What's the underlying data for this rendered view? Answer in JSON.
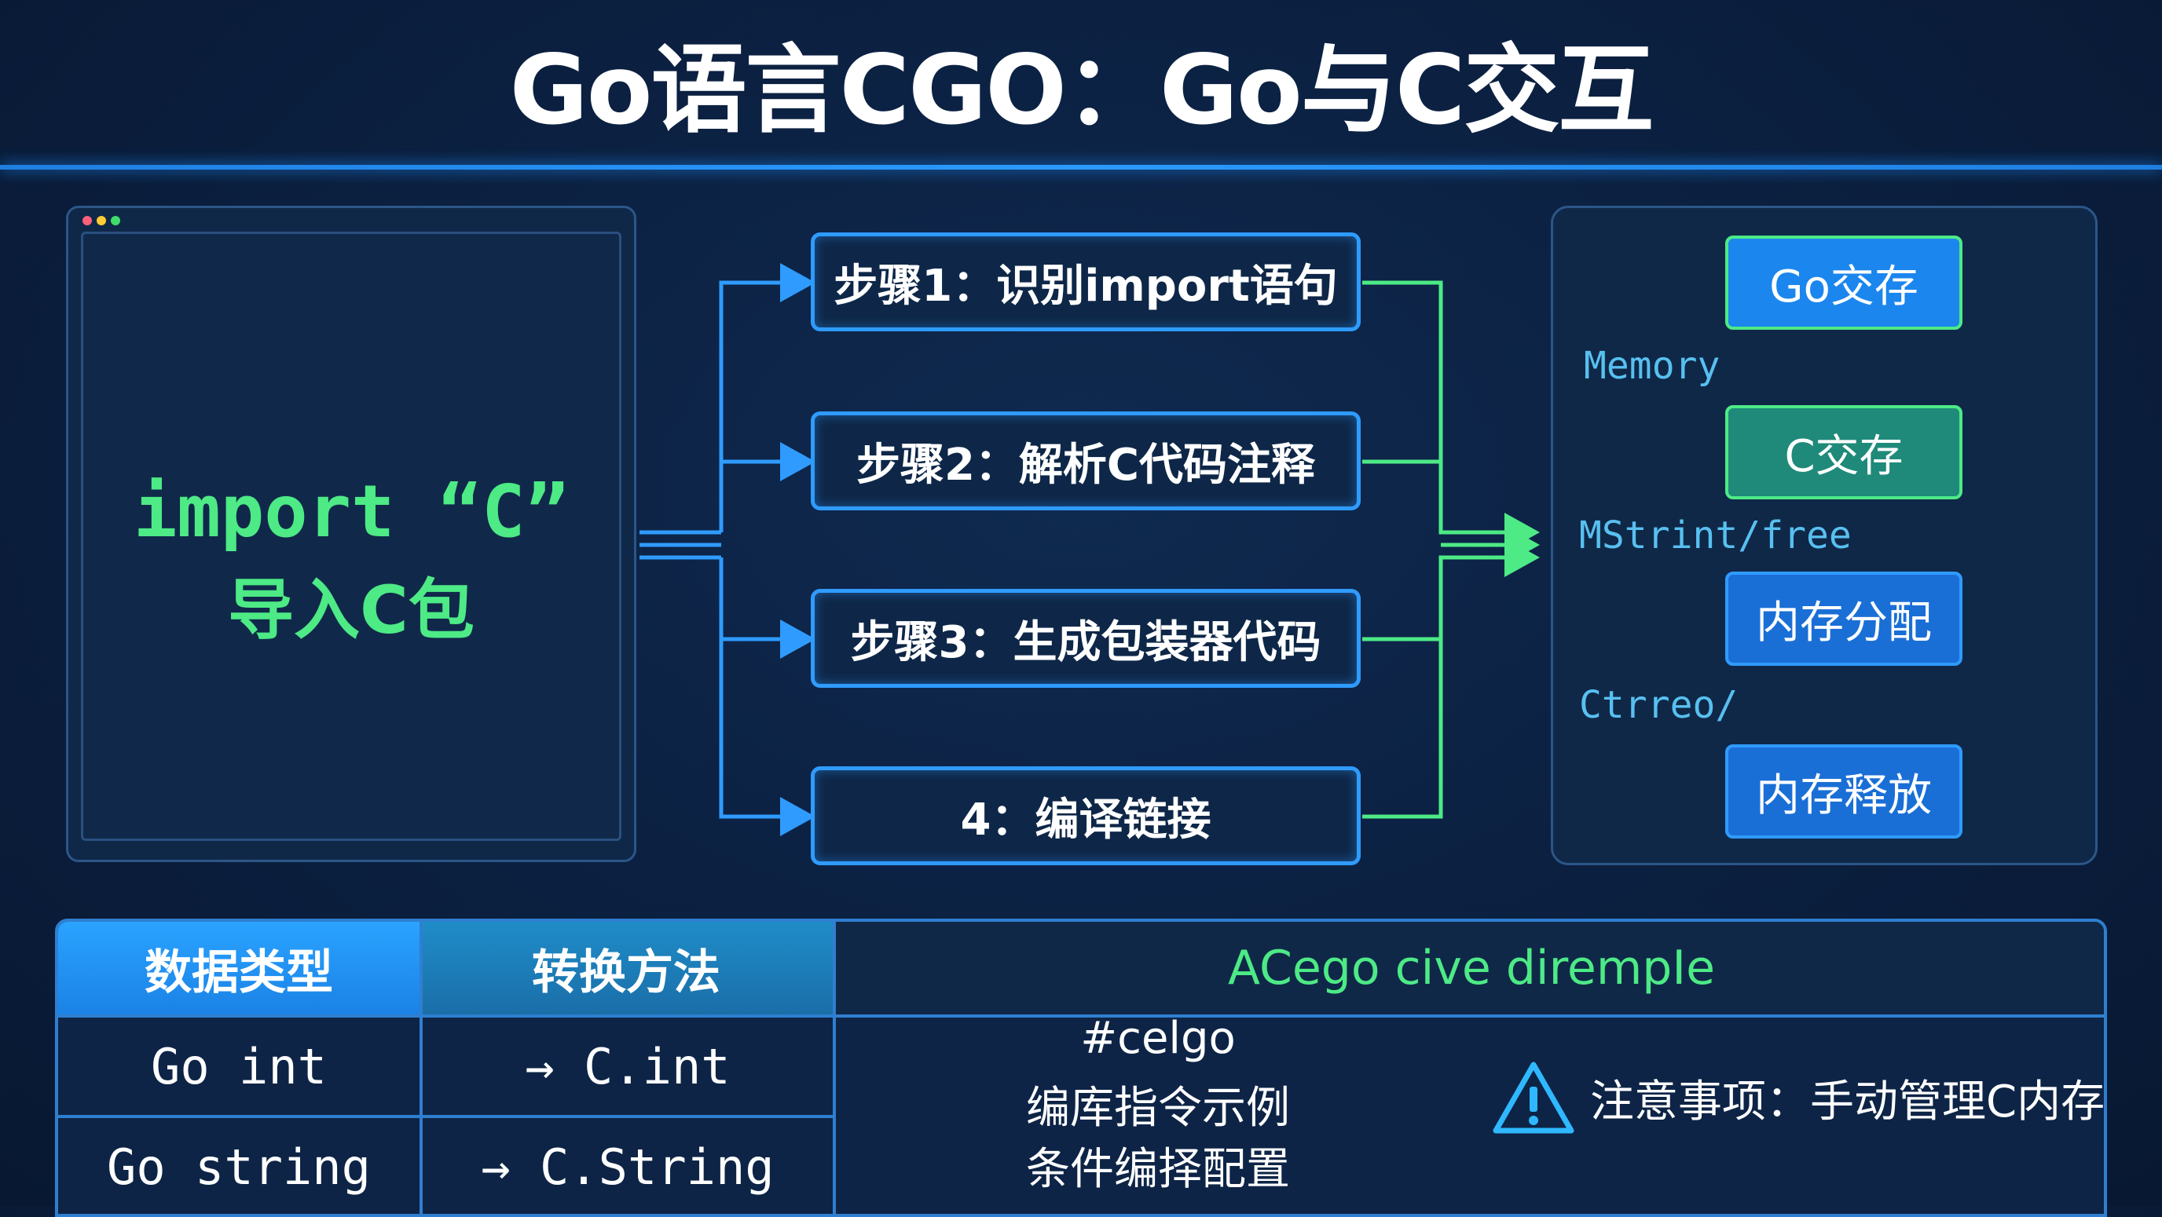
{
  "title": "Go语言CGO：Go与C交互",
  "code_window": {
    "line1": "import “C”",
    "line2": "导入C包"
  },
  "steps": [
    "步骤1：识别import语句",
    "步骤2：解析C代码注释",
    "步骤3：生成包装器代码",
    "4：编译链接"
  ],
  "memory_panel": {
    "boxes": [
      "Go交存",
      "C交存",
      "内存分配",
      "内存释放"
    ],
    "labels": [
      "Memory",
      "MStrint/free",
      "Ctrreo/"
    ]
  },
  "table": {
    "headers": [
      "数据类型",
      "转换方法",
      "ACego cive dirempIe"
    ],
    "rows": [
      [
        "Go int",
        "→ C.int"
      ],
      [
        "Go string",
        "→ C.String"
      ]
    ],
    "notes": [
      "#celgo",
      "编库指令示例",
      "条件编择配置"
    ],
    "warning": "注意事项：手动管理C内存"
  },
  "colors": {
    "accent_blue": "#2f9bff",
    "accent_green": "#4dea86",
    "background": "#0b1f3f"
  }
}
